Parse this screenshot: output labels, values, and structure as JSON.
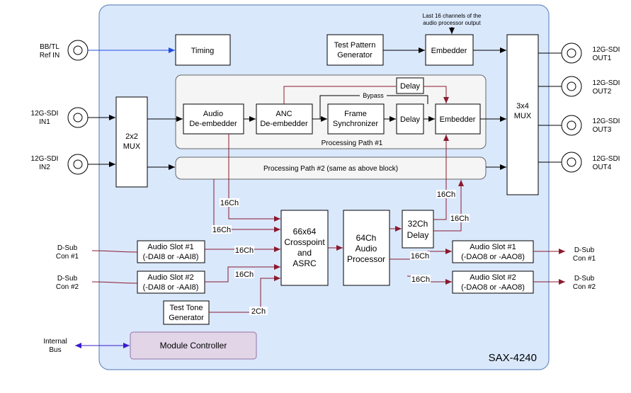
{
  "colors": {
    "panel_fill": "#dae8fc",
    "panel_stroke": "#6c8ebf",
    "path_fill": "#f5f5f5",
    "path_stroke": "#666666",
    "block_stroke": "#000000",
    "audio_line": "#8b1a2e",
    "ref_line": "#1f4de0",
    "bus_line": "#3a1ccc",
    "controller_fill": "#e1d5e7",
    "controller_stroke": "#9673a6"
  },
  "product": {
    "name": "SAX-4240"
  },
  "inputs": {
    "ref": [
      "BB/TL",
      "Ref IN"
    ],
    "sdi1": [
      "12G-SDI",
      "IN1"
    ],
    "sdi2": [
      "12G-SDI",
      "IN2"
    ],
    "dsub1": [
      "D-Sub",
      "Con #1"
    ],
    "dsub2": [
      "D-Sub",
      "Con #2"
    ],
    "bus": [
      "Internal",
      "Bus"
    ]
  },
  "outputs": {
    "out1": [
      "12G-SDI",
      "OUT1"
    ],
    "out2": [
      "12G-SDI",
      "OUT2"
    ],
    "out3": [
      "12G-SDI",
      "OUT3"
    ],
    "out4": [
      "12G-SDI",
      "OUT4"
    ],
    "dsub1": [
      "D-Sub",
      "Con #1"
    ],
    "dsub2": [
      "D-Sub",
      "Con #2"
    ]
  },
  "blocks": {
    "timing": "Timing",
    "test_pattern": [
      "Test Pattern",
      "Generator"
    ],
    "embedder_top": "Embedder",
    "embedder_top_note": [
      "Last 16 channels of the",
      "audio processor output"
    ],
    "mux_in": [
      "2x2",
      "MUX"
    ],
    "mux_out": [
      "3x4",
      "MUX"
    ],
    "audio_deemb": [
      "Audio",
      "De-embedder"
    ],
    "anc_deemb": [
      "ANC",
      "De-embedder"
    ],
    "frame_sync": [
      "Frame",
      "Synchronizer"
    ],
    "delay_bypass": "Delay",
    "delay_inline": "Delay",
    "embedder_path": "Embedder",
    "bypass_label": "Bypass",
    "path1_label": "Processing Path #1",
    "path2_label": "Processing Path #2 (same as above block)",
    "crosspoint": [
      "66x64",
      "Crosspoint",
      "and",
      "ASRC"
    ],
    "audio_proc": [
      "64Ch",
      "Audio",
      "Processor"
    ],
    "delay32": [
      "32Ch",
      "Delay"
    ],
    "in_slot1": [
      "Audio Slot #1",
      "(-DAI8 or -AAI8)"
    ],
    "in_slot2": [
      "Audio Slot #2",
      "(-DAI8 or -AAI8)"
    ],
    "out_slot1": [
      "Audio Slot #1",
      "(-DAO8 or -AAO8)"
    ],
    "out_slot2": [
      "Audio Slot #2",
      "(-DAO8 or -AAO8)"
    ],
    "tone_gen": [
      "Test Tone",
      "Generator"
    ],
    "controller": "Module Controller"
  },
  "channel_labels": {
    "deemb_to_xpt": "16Ch",
    "path2_to_xpt": "16Ch",
    "slot1_to_xpt": "16Ch",
    "slot2_to_xpt": "16Ch",
    "tone_to_xpt": "2Ch",
    "proc_to_slot1": "16Ch",
    "proc_to_slot2": "16Ch",
    "delay_to_emb": "16Ch",
    "delay_to_path2": "16Ch"
  }
}
